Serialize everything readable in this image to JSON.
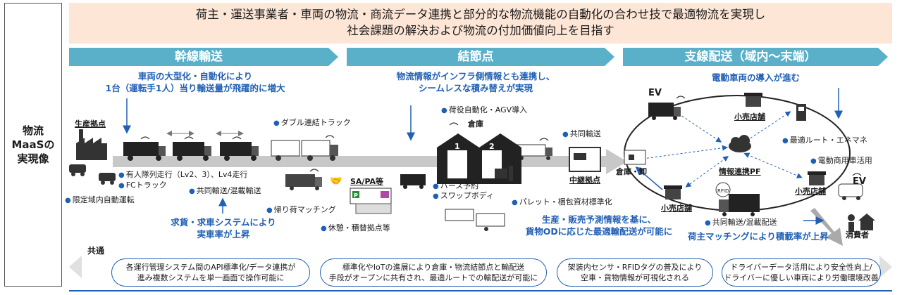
{
  "left_label": "物流\nMaaSの\n実現像",
  "header": {
    "line1": "荷主・運送事業者・車両の物流・商流データ連携と部分的な物流機能の自動化の合わせ技で最適物流を実現し",
    "line2": "社会課題の解決および物流の付加価値向上を目指す"
  },
  "sections": {
    "trunk": "幹線輸送",
    "node": "結節点",
    "branch": "支線配送（域内～末端）"
  },
  "trunk": {
    "headline1": "車両の大型化・自動化により",
    "headline2": "1台（運転手1人）当り輸送量が飛躍的に増大",
    "production_base": "生産拠点",
    "double_truck": "ダブル連結トラック",
    "platoon": "有人隊列走行（Lv2、3）、Lv4走行",
    "fc_truck": "FCトラック",
    "joint_transport": "共同輸送/混載輸送",
    "limited_area": "限定域内自動運転",
    "return_cargo": "帰り荷マッチング",
    "matching1": "求貨・求車システムにより",
    "matching2": "実車率が上昇",
    "sapa": "SA/PA等",
    "rest_base": "休憩・積替拠点等",
    "parking_sign": "P"
  },
  "node": {
    "headline1": "物流情報がインフラ側情報とも連携し、",
    "headline2": "シームレスな積み替えが実現",
    "cargo_auto": "荷役自動化・AGV導入",
    "warehouse": "倉庫",
    "door1": "1",
    "door2": "2",
    "berth": "バース予約",
    "swap_body": "スワップボディ",
    "pallet": "パレット・梱包資材標準化",
    "joint_delivery": "共同輸送",
    "relay_base": "中継拠点"
  },
  "branch": {
    "headline": "電動車両の導入が進む",
    "ev1": "EV",
    "ev2": "EV",
    "retail1": "小売店舗",
    "retail2": "小売店舗",
    "retail3": "小売店舗",
    "optimal_route": "最適ルート・エネマネ",
    "electric_vehicle": "電動商用車活用",
    "info_pf": "情報連携PF",
    "warehouse_wholesale": "倉庫・卸",
    "rfid": "RFID",
    "joint_mixed": "共同輸送/混載配送",
    "consumer": "消費者",
    "forecast1": "生産・販売予測情報を基に、",
    "forecast2": "貨物ODに応じた最適輸配送が可能に",
    "shipper_matching": "荷主マッチングにより積載率が上昇"
  },
  "common": {
    "label": "共通",
    "pill1_l1": "各運行管理システム間のAPI標準化/データ連携が",
    "pill1_l2": "進み複数システムを単一画面で操作可能に",
    "pill2_l1": "標準化やIoTの進展により倉庫・物流結節点と輸配送",
    "pill2_l2": "手段がオープンに共有され、最適ルートでの輸配送が可能に",
    "pill3_l1": "架装内センサ・RFIDタグの普及により",
    "pill3_l2": "空車・貨物情報が可視化される",
    "pill4_l1": "ドライバーデータ活用により安全性向上/",
    "pill4_l2": "ドライバーに優しい車両により労働環境改善"
  },
  "colors": {
    "accent_blue": "#1f5fb4",
    "tab_teal": "#5ab0c9",
    "header_peach": "#fde6d6"
  }
}
